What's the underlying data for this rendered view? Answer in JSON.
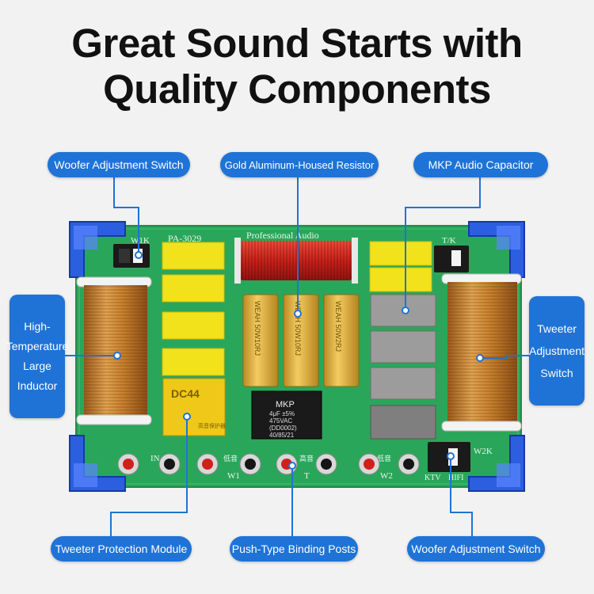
{
  "headline": {
    "line1": "Great Sound Starts with",
    "line2": "Quality Components"
  },
  "callouts": {
    "woofer_switch_top": "Woofer Adjustment Switch",
    "resistor": "Gold Aluminum-Housed Resistor",
    "capacitor": "MKP Audio Capacitor",
    "inductor": "High-\nTemperature\nLarge\nInductor",
    "tweeter_switch": "Tweeter\nAdjustment\nSwitch",
    "tweeter_protection": "Tweeter Protection Module",
    "binding_posts": "Push-Type Binding Posts",
    "woofer_switch_bottom": "Woofer Adjustment Switch"
  },
  "board": {
    "model": "PA-3029",
    "brand": "Professional Audio",
    "switch_w1k": "W1K",
    "switch_t_k": "T/K",
    "switch_w2k": "W2K",
    "ktv": "KTV",
    "hifi": "HIFI",
    "label_w1": "W1",
    "label_t": "T",
    "label_w2": "W2",
    "label_low1": "低音",
    "label_high": "高音",
    "label_low2": "低音",
    "label_in": "IN",
    "resistor_text": "WEAH 50W10RJ",
    "resistor_text_2": "WEAH 50W10RJ",
    "resistor_text_3": "WEAH 50W2RJ",
    "cap_title": "MKP",
    "cap_line1": "4μF ±5%",
    "cap_line2": "475VAC",
    "cap_line3": "(DD0002)",
    "cap_line4": "40/85/21",
    "module_code": "DC44",
    "module_side": "高音保护器"
  },
  "colors": {
    "callout_blue": "#1f73d6",
    "board_green": "#2aa65a",
    "capacitor_yellow": "#f2e21c",
    "resistor_gold": "#e6b53a",
    "coil_copper": "#c9822f",
    "corner_blue": "#2c5fe0"
  }
}
